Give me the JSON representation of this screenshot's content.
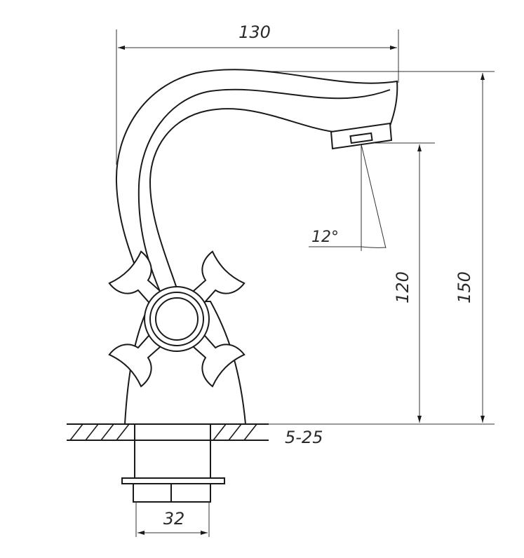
{
  "dimensions": {
    "width_label": "130",
    "total_height_label": "150",
    "spout_height_label": "120",
    "angle_label": "12°",
    "mounting_thickness_label": "5-25",
    "pipe_diameter_label": "32"
  },
  "colors": {
    "line": "#1a1a1a",
    "text": "#2a2a2a",
    "background": "#ffffff"
  }
}
